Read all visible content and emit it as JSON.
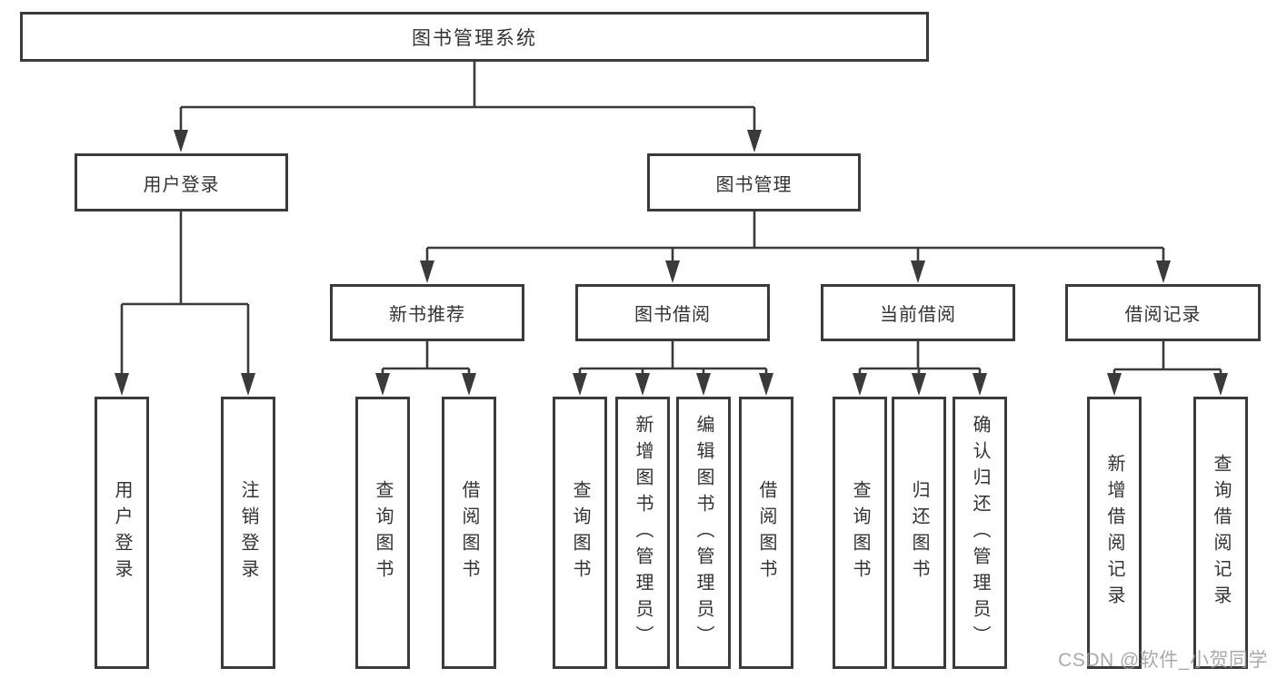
{
  "colors": {
    "line": "#3a3a3a",
    "box_background": "#ffffff",
    "text": "#333333",
    "watermark": "#9b9b9b"
  },
  "watermark": {
    "text": "CSDN @软件_小贺同学"
  },
  "tree": {
    "root": {
      "label": "图书管理系统",
      "children": [
        {
          "label": "用户登录",
          "children": [
            {
              "label": "用户登录"
            },
            {
              "label": "注销登录"
            }
          ]
        },
        {
          "label": "图书管理",
          "children": [
            {
              "label": "新书推荐",
              "children": [
                {
                  "label": "查询图书"
                },
                {
                  "label": "借阅图书"
                }
              ]
            },
            {
              "label": "图书借阅",
              "children": [
                {
                  "label": "查询图书"
                },
                {
                  "label": "新增图书（管理员）"
                },
                {
                  "label": "编辑图书（管理员）"
                },
                {
                  "label": "借阅图书"
                }
              ]
            },
            {
              "label": "当前借阅",
              "children": [
                {
                  "label": "查询图书"
                },
                {
                  "label": "归还图书"
                },
                {
                  "label": "确认归还（管理员）"
                }
              ]
            },
            {
              "label": "借阅记录",
              "children": [
                {
                  "label": "新增借阅记录"
                },
                {
                  "label": "查询借阅记录"
                }
              ]
            }
          ]
        }
      ]
    }
  }
}
